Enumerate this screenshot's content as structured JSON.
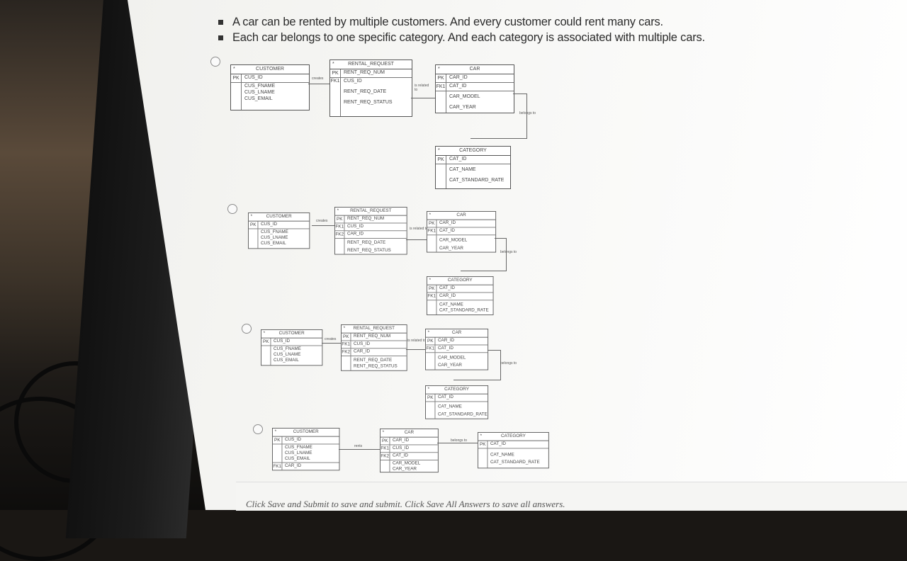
{
  "bullets": [
    "A car can be rented by multiple customers. And every customer could rent many cars.",
    "Each car belongs to one specific category. And each category is associated with multiple cars."
  ],
  "options": [
    {
      "entities": {
        "customer": {
          "title": "CUSTOMER",
          "pk": "CUS_ID",
          "attrs": [
            "CUS_FNAME",
            "CUS_LNAME",
            "CUS_EMAIL"
          ]
        },
        "rental_request": {
          "title": "RENTAL_REQUEST",
          "pk": "RENT_REQ_NUM",
          "fk1": "CUS_ID",
          "attrs": [
            "RENT_REQ_DATE",
            "RENT_REQ_STATUS"
          ]
        },
        "car": {
          "title": "CAR",
          "pk": "CAR_ID",
          "fk1": "CAT_ID",
          "attrs": [
            "CAR_MODEL",
            "CAR_YEAR"
          ]
        },
        "category": {
          "title": "CATEGORY",
          "pk": "CAT_ID",
          "attrs": [
            "CAT_NAME",
            "CAT_STANDARD_RATE"
          ]
        }
      },
      "relations": {
        "creates": "creates",
        "is_related_to": "is related to",
        "belongs_to": "belongs to"
      }
    },
    {
      "entities": {
        "customer": {
          "title": "CUSTOMER",
          "pk": "CUS_ID",
          "attrs": [
            "CUS_FNAME",
            "CUS_LNAME",
            "CUS_EMAIL"
          ]
        },
        "rental_request": {
          "title": "RENTAL_REQUEST",
          "pk": "RENT_REQ_NUM",
          "fk1": "CUS_ID",
          "fk2": "CAR_ID",
          "attrs": [
            "RENT_REQ_DATE",
            "RENT_REQ_STATUS"
          ]
        },
        "car": {
          "title": "CAR",
          "pk": "CAR_ID",
          "fk1": "CAT_ID",
          "attrs": [
            "CAR_MODEL",
            "CAR_YEAR"
          ]
        },
        "category": {
          "title": "CATEGORY",
          "pk": "CAT_ID",
          "fk1": "CAR_ID",
          "attrs": [
            "CAT_NAME",
            "CAT_STANDARD_RATE"
          ]
        }
      },
      "relations": {
        "creates": "creates",
        "is_related_to": "is related to",
        "belongs_to": "belongs to"
      }
    },
    {
      "entities": {
        "customer": {
          "title": "CUSTOMER",
          "pk": "CUS_ID",
          "attrs": [
            "CUS_FNAME",
            "CUS_LNAME",
            "CUS_EMAIL"
          ]
        },
        "rental_request": {
          "title": "RENTAL_REQUEST",
          "pk": "RENT_REQ_NUM",
          "fk1": "CUS_ID",
          "fk2": "CAR_ID",
          "attrs": [
            "RENT_REQ_DATE",
            "RENT_REQ_STATUS"
          ]
        },
        "car": {
          "title": "CAR",
          "pk": "CAR_ID",
          "fk1": "CAT_ID",
          "attrs": [
            "CAR_MODEL",
            "CAR_YEAR"
          ]
        },
        "category": {
          "title": "CATEGORY",
          "pk": "CAT_ID",
          "attrs": [
            "CAT_NAME",
            "CAT_STANDARD_RATE"
          ]
        }
      },
      "relations": {
        "creates": "creates",
        "is_related_to": "is related to",
        "belongs_to": "belongs to"
      }
    },
    {
      "entities": {
        "customer": {
          "title": "CUSTOMER",
          "pk": "CUS_ID",
          "fk1": "CAR_ID",
          "attrs": [
            "CUS_FNAME",
            "CUS_LNAME",
            "CUS_EMAIL"
          ]
        },
        "car": {
          "title": "CAR",
          "pk": "CAR_ID",
          "fk1": "CUS_ID",
          "fk2": "CAT_ID",
          "attrs": [
            "CAR_MODEL",
            "CAR_YEAR"
          ]
        },
        "category": {
          "title": "CATEGORY",
          "pk": "CAT_ID",
          "attrs": [
            "CAT_NAME",
            "CAT_STANDARD_RATE"
          ]
        }
      },
      "relations": {
        "rents": "rents",
        "belongs_to": "belongs to"
      }
    }
  ],
  "keys": {
    "pk": "PK",
    "fk1": "FK1",
    "fk2": "FK2"
  },
  "footer": {
    "save_text": "Click Save and Submit to save and submit. Click Save All Answers to save all answers."
  }
}
